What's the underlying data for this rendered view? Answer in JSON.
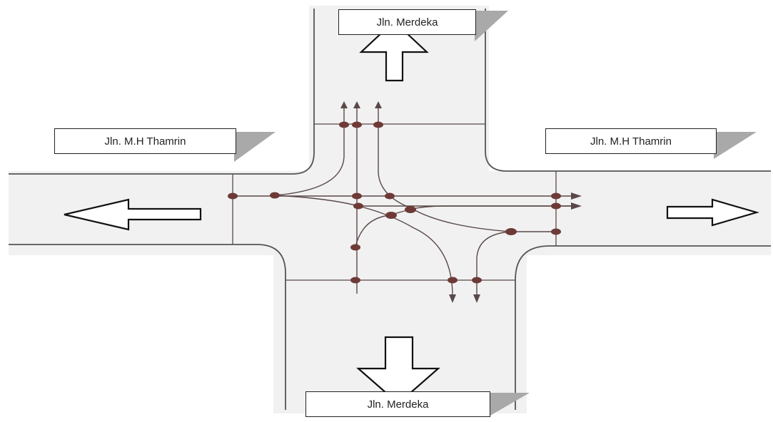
{
  "labels": {
    "north": "Jln. Merdeka",
    "south": "Jln. Merdeka",
    "west": "Jln. M.H Thamrin",
    "east": "Jln. M.H Thamrin"
  },
  "colors": {
    "road": "#f1f1f1",
    "road_edge": "#555555",
    "lane_line": "#5a4848",
    "conflict_point": "#6e3a36",
    "callout_shadow": "#a9a9a9",
    "text": "#222222"
  }
}
